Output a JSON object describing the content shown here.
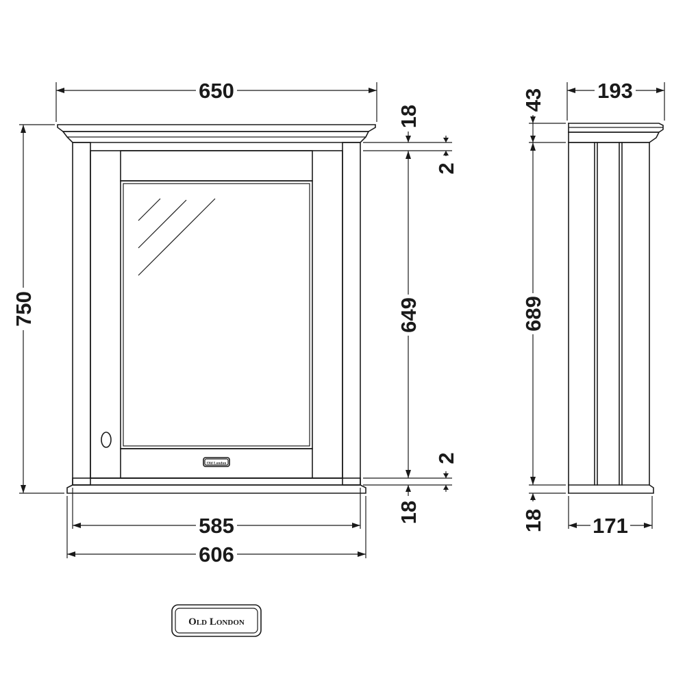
{
  "dimensions": {
    "front_total_width": "650",
    "front_total_height": "750",
    "front_body_width": "585",
    "front_plinth_width": "606",
    "cornice_height": "18",
    "door_top_gap": "2",
    "door_height": "649",
    "door_bottom_gap": "2",
    "plinth_height": "18",
    "side_total_depth": "193",
    "side_cornice_height": "43",
    "side_body_height": "689",
    "side_plinth_height": "18",
    "side_body_depth": "171"
  },
  "brand": {
    "logo_text": "Old London",
    "door_badge_text": "Old London"
  },
  "colors": {
    "line": "#1a1a1a",
    "background": "#ffffff"
  }
}
